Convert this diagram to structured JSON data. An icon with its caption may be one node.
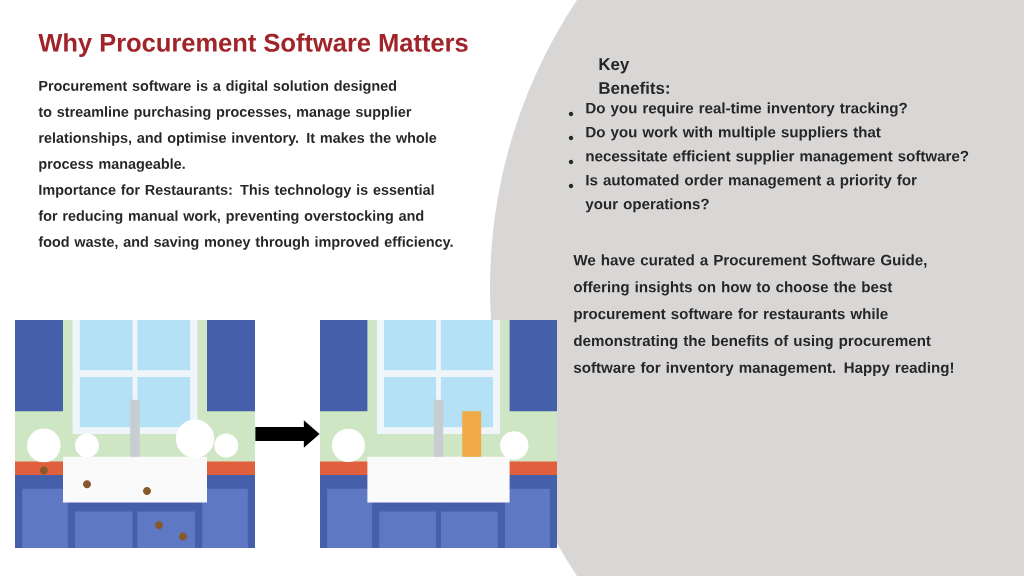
{
  "diagram": {
    "title": "Why Procurement Software Matters",
    "nodes": [
      {
        "text": [],
        "shape": "picture"
      },
      {
        "text": [],
        "shape": "picture"
      }
    ],
    "edges": [
      {
        "from": 0,
        "to": 1,
        "arrow": "to"
      }
    ],
    "labels": [
      "Procurement software is a digital solution designed to streamline purchasing processes, manage supplier relationships, and optimise inventory. It makes the whole process manageable.",
      "Importance for Restaurants: This technology is essential for reducing manual work, preventing overstocking and food waste, and saving money through improved efficiency.",
      "Key Benefits:",
      "Do you require real-time inventory tracking?",
      "Do you work with multiple suppliers that",
      "necessitate efficient supplier management software?",
      "Is automated order management a priority for your operations?",
      "We have curated a Procurement Software Guide, offering insights on how to choose the best procurement software for restaurants while demonstrating the benefits of using procurement software for inventory management. Happy reading!"
    ]
  }
}
